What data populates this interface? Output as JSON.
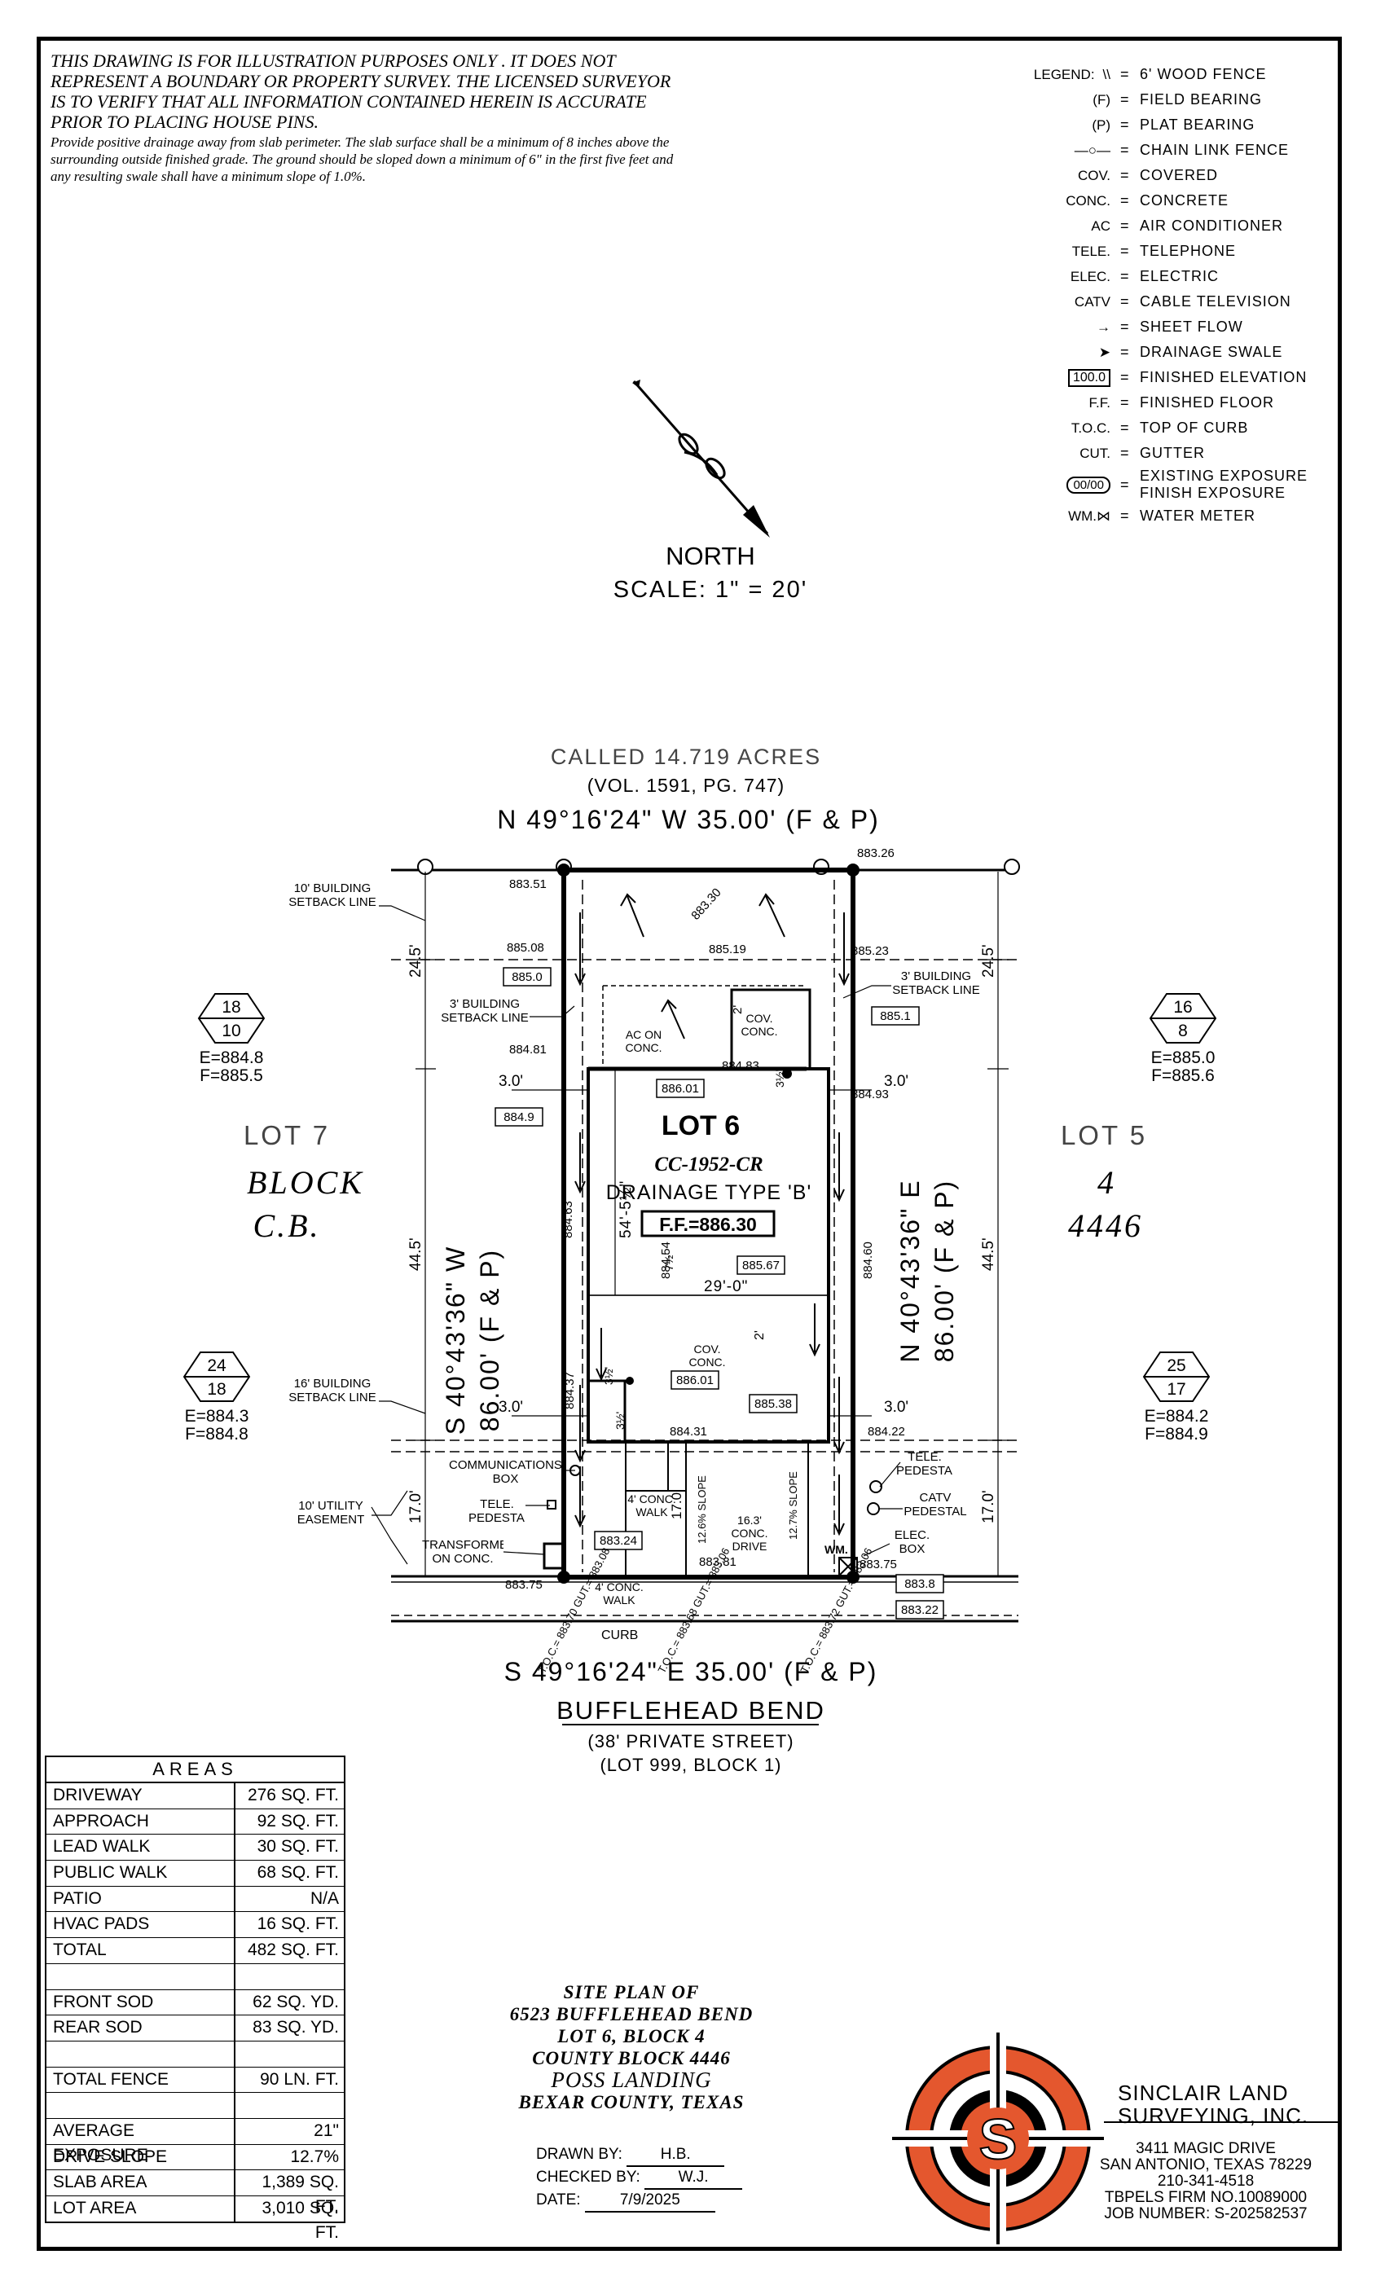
{
  "disclaimer": {
    "caps": "THIS DRAWING IS FOR ILLUSTRATION PURPOSES ONLY . IT DOES NOT REPRESENT A BOUNDARY OR PROPERTY SURVEY. THE LICENSED SURVEYOR IS TO VERIFY THAT ALL INFORMATION CONTAINED HEREIN IS ACCURATE PRIOR TO PLACING HOUSE PINS.",
    "drainage": "Provide positive drainage away from slab perimeter. The slab surface shall be a minimum of 8 inches above the surrounding outside finished grade. The ground should be sloped down a minimum of 6\" in the first five feet and any resulting swale shall have a minimum slope of 1.0%."
  },
  "legend": {
    "title": "LEGEND:",
    "items": [
      {
        "sym": "\\\\",
        "label": "6' WOOD FENCE"
      },
      {
        "sym": "(F)",
        "label": "FIELD BEARING"
      },
      {
        "sym": "(P)",
        "label": "PLAT BEARING"
      },
      {
        "sym": "—○—",
        "label": "CHAIN LINK FENCE"
      },
      {
        "sym": "COV.",
        "label": "COVERED"
      },
      {
        "sym": "CONC.",
        "label": "CONCRETE"
      },
      {
        "sym": "AC",
        "label": "AIR CONDITIONER"
      },
      {
        "sym": "TELE.",
        "label": "TELEPHONE"
      },
      {
        "sym": "ELEC.",
        "label": "ELECTRIC"
      },
      {
        "sym": "CATV",
        "label": "CABLE TELEVISION"
      },
      {
        "sym": "→",
        "label": "SHEET FLOW"
      },
      {
        "sym": "➤",
        "label": "DRAINAGE SWALE"
      },
      {
        "sym": "100.0",
        "label": "FINISHED ELEVATION"
      },
      {
        "sym": "F.F.",
        "label": "FINISHED FLOOR"
      },
      {
        "sym": "T.O.C.",
        "label": "TOP OF CURB"
      },
      {
        "sym": "CUT.",
        "label": "GUTTER"
      },
      {
        "sym": "00/00",
        "label": "EXISTING EXPOSURE FINISH EXPOSURE"
      },
      {
        "sym": "WM.⋈",
        "label": "WATER METER"
      }
    ]
  },
  "north": {
    "label": "NORTH",
    "scale": "SCALE: 1\" = 20'"
  },
  "plat": {
    "called": "CALLED 14.719 ACRES",
    "vol": "(VOL. 1591, PG. 747)",
    "top_bearing": "N 49°16'24\" W 35.00' (F & P)",
    "bottom_bearing": "S 49°16'24\" E 35.00' (F & P)",
    "left_bearing": "S 40°43'36\" W",
    "left_dist": "86.00' (F & P)",
    "right_bearing": "N 40°43'36\" E",
    "right_dist": "86.00' (F & P)",
    "street": "BUFFLEHEAD BEND",
    "street_sub1": "(38' PRIVATE STREET)",
    "street_sub2": "(LOT 999, BLOCK 1)",
    "lot": "LOT 6",
    "plan_code": "CC-1952-CR",
    "drainage_type": "DRAINAGE TYPE 'B'",
    "ff": "F.F.=886.30",
    "dim_depth": "54'-5½\"",
    "dim_width": "29'-0\"",
    "lot7": "LOT 7",
    "block": "BLOCK",
    "cb": "C.B.",
    "lot5": "LOT 5",
    "block_no": "4",
    "county_block": "4446",
    "setback_10": "10' BUILDING SETBACK LINE",
    "setback_3_left": "3' BUILDING SETBACK LINE",
    "setback_3_right": "3' BUILDING SETBACK LINE",
    "setback_16": "16' BUILDING SETBACK LINE",
    "utility": "10' UTILITY EASEMENT",
    "comm_box": "COMMUNICATIONS BOX",
    "tele_ped_left": "TELE. PEDESTAL",
    "transformer": "TRANSFORMER ON CONC.",
    "tele_ped_right": "TELE. PEDESTAL",
    "catv_ped": "CATV PEDESTAL",
    "elec_box": "ELEC. BOX",
    "ac_on_conc": "AC ON CONC.",
    "cov_conc_1": "COV. CONC.",
    "cov_conc_2": "COV. CONC.",
    "lead_walk": "4' CONC. WALK",
    "walk": "4' CONC. WALK",
    "drive": "16.3' CONC. DRIVE",
    "slope_1": "12.6% SLOPE",
    "slope_2": "12.7% SLOPE",
    "curb": "CURB",
    "wm": "WM.",
    "dims": {
      "d24_left": "24.5'",
      "d24_right": "24.5'",
      "d44_left": "44.5'",
      "d44_right": "44.5'",
      "d17_left": "17.0'",
      "d17_right": "17.0'",
      "d17_mid": "17.0'",
      "d3_a": "3.0'",
      "d3_b": "3.0'",
      "d3_c": "3.0'",
      "d3_d": "3.0'",
      "d2_a": "2'",
      "d2_b": "2'",
      "d312_a": "3½'",
      "d712": "7½'",
      "d312_b": "3½'",
      "d312_c": "3½'"
    },
    "elevations": {
      "e883_26": "883.26",
      "e883_51": "883.51",
      "e883_30": "883.30",
      "e885_19": "885.19",
      "e885_08": "885.08",
      "e885_23": "885.23",
      "b885_0": "885.0",
      "b885_1": "885.1",
      "e884_81": "884.81",
      "b886_01a": "886.01",
      "e884_83": "884.83",
      "e884_93": "884.93",
      "b884_9": "884.9",
      "e884_63": "884.63",
      "e884_54": "884.54",
      "b885_67": "885.67",
      "e884_60": "884.60",
      "e884_37": "884.37",
      "b886_01b": "886.01",
      "b885_38": "885.38",
      "e884_31": "884.31",
      "e884_22": "884.22",
      "b883_24": "883.24",
      "e883_81": "883.81",
      "e883_75a": "883.75",
      "e883_75b": "883.75",
      "b883_8": "883.8",
      "b883_22": "883.22"
    },
    "toc": [
      "T.O.C.= 883.70 GUT.= 883.08",
      "T.O.C.= 883.68 GUT.= 883.06",
      "T.O.C.= 883.72 GUT.= 883.06"
    ],
    "exposures": {
      "tl": {
        "top": "18",
        "bot": "10",
        "e": "E=884.8",
        "f": "F=885.5"
      },
      "tr": {
        "top": "16",
        "bot": "8",
        "e": "E=885.0",
        "f": "F=885.6"
      },
      "bl": {
        "top": "24",
        "bot": "18",
        "e": "E=884.3",
        "f": "F=884.8"
      },
      "br": {
        "top": "25",
        "bot": "17",
        "e": "E=884.2",
        "f": "F=884.9"
      }
    }
  },
  "areas": {
    "title": "AREAS",
    "rows": [
      {
        "k": "DRIVEWAY",
        "v": "276 SQ. FT."
      },
      {
        "k": "APPROACH",
        "v": "92 SQ. FT."
      },
      {
        "k": "LEAD WALK",
        "v": "30 SQ. FT."
      },
      {
        "k": "PUBLIC WALK",
        "v": "68 SQ. FT."
      },
      {
        "k": "PATIO",
        "v": "N/A"
      },
      {
        "k": "HVAC PADS",
        "v": "16 SQ. FT."
      },
      {
        "k": "TOTAL",
        "v": "482 SQ. FT."
      },
      {
        "k": "",
        "v": ""
      },
      {
        "k": "FRONT SOD",
        "v": "62 SQ. YD."
      },
      {
        "k": "REAR SOD",
        "v": "83 SQ. YD."
      },
      {
        "k": "",
        "v": ""
      },
      {
        "k": "TOTAL FENCE",
        "v": "90 LN. FT."
      },
      {
        "k": "",
        "v": ""
      },
      {
        "k": "AVERAGE EXPOSURE",
        "v": "21\""
      },
      {
        "k": "DRIVE SLOPE",
        "v": "12.7%"
      },
      {
        "k": "SLAB AREA",
        "v": "1,389 SQ. FT."
      },
      {
        "k": "LOT AREA",
        "v": "3,010 SQ. FT."
      }
    ]
  },
  "title_block": {
    "line1": "SITE PLAN OF",
    "line2": "6523 BUFFLEHEAD BEND",
    "line3": "LOT 6, BLOCK 4",
    "line4": "COUNTY BLOCK 4446",
    "line5": "POSS LANDING",
    "line6": "BEXAR COUNTY, TEXAS",
    "drawn_label": "DRAWN BY:",
    "drawn": "H.B.",
    "checked_label": "CHECKED BY:",
    "checked": "W.J.",
    "date_label": "DATE:",
    "date": "7/9/2025"
  },
  "company": {
    "name1": "SINCLAIR LAND",
    "name2": "SURVEYING, INC.",
    "addr1": "3411 MAGIC DRIVE",
    "addr2": "SAN ANTONIO, TEXAS 78229",
    "phone": "210-341-4518",
    "firm": "TBPELS FIRM NO.10089000",
    "job": "JOB NUMBER:  S-202582537",
    "logo_letter": "S",
    "logo_orange": "#e4572e"
  }
}
